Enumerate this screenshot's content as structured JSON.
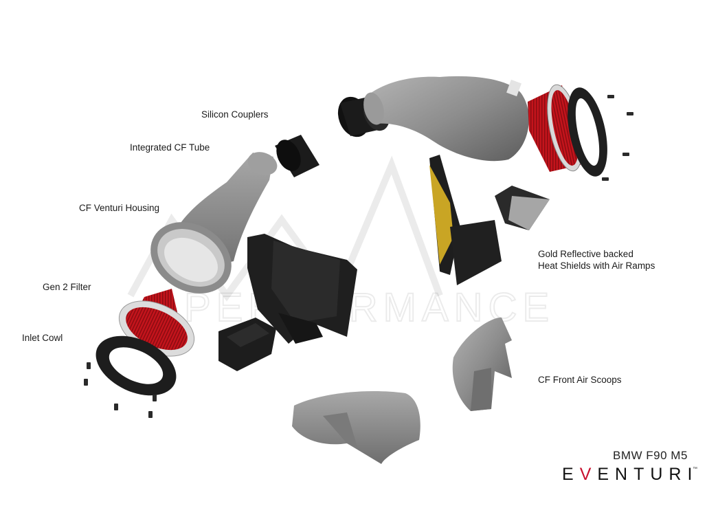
{
  "labels": {
    "silicon_couplers": "Silicon Couplers",
    "integrated_cf_tube": "Integrated CF Tube",
    "cf_venturi_housing": "CF Venturi Housing",
    "gen2_filter": "Gen 2 Filter",
    "inlet_cowl": "Inlet Cowl",
    "heat_shields_line1": "Gold Reflective backed",
    "heat_shields_line2": "Heat Shields with Air Ramps",
    "front_air_scoops": "CF Front Air Scoops"
  },
  "watermark": {
    "text": "PERFORMANCE"
  },
  "footer": {
    "model": "BMW F90 M5",
    "brand_e1": "E",
    "brand_v": "V",
    "brand_rest": "ENTURI",
    "trademark": "™"
  },
  "colors": {
    "filter_red": "#c4141c",
    "carbon_grey": "#8a8a8a",
    "shield_black": "#1e1e1e",
    "gold": "#c9a524",
    "accent": "#c8102e"
  }
}
